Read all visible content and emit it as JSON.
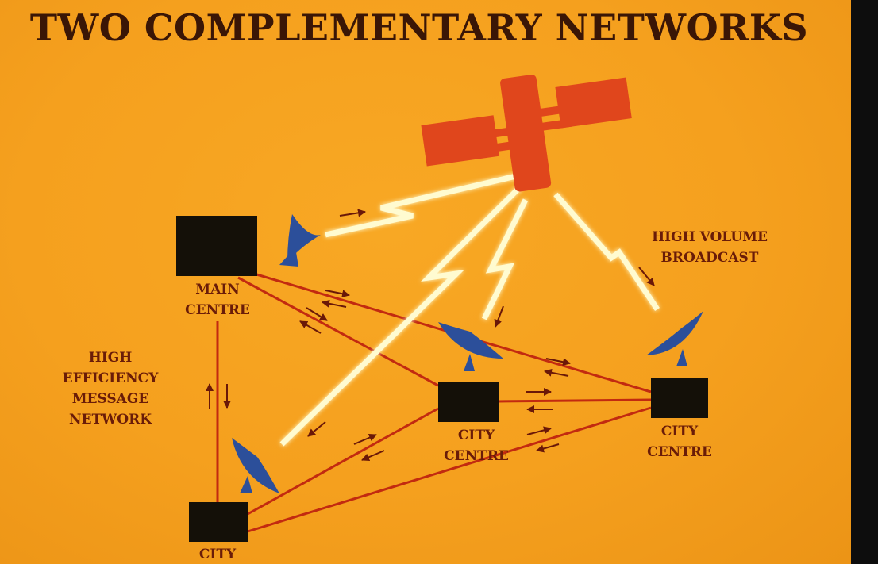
{
  "title": "TWO COMPLEMENTARY NETWORKS",
  "labels": {
    "main_centre": "MAIN\nCENTRE",
    "city_centre_middle": "CITY\nCENTRE",
    "city_centre_right": "CITY\nCENTRE",
    "city_bottom": "CITY",
    "high_efficiency": "HIGH\nEFFICIENCY\nMESSAGE\nNETWORK",
    "high_volume": "HIGH VOLUME\nBROADCAST"
  },
  "colors": {
    "background": "#f5a01e",
    "satellite": "#e0461c",
    "dish": "#2c4f9a",
    "centre": "#141008",
    "link": "#c22a10",
    "beam": "#fffbd0",
    "text": "#6a1c08"
  },
  "icons": {
    "satellite": "satellite-icon",
    "dish": "satellite-dish-icon",
    "arrow": "arrow-icon"
  }
}
